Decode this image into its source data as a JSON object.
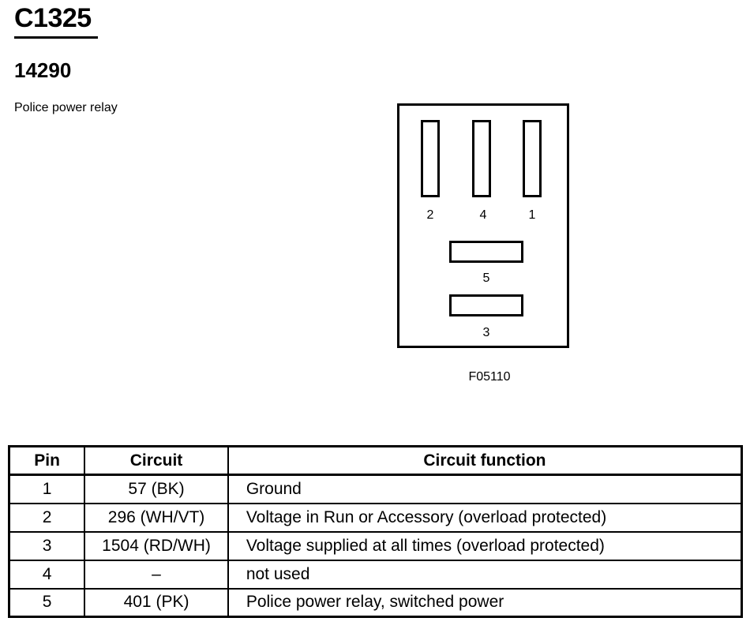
{
  "header": {
    "connector_id": "C1325",
    "part_number": "14290",
    "description": "Police power relay"
  },
  "diagram": {
    "figure_id": "F05110",
    "top_pins": [
      "2",
      "4",
      "1"
    ],
    "middle_pin": "5",
    "bottom_pin": "3"
  },
  "table": {
    "headers": [
      "Pin",
      "Circuit",
      "Circuit function"
    ],
    "rows": [
      {
        "pin": "1",
        "circuit": "57 (BK)",
        "function": "Ground"
      },
      {
        "pin": "2",
        "circuit": "296 (WH/VT)",
        "function": "Voltage in Run or Accessory (overload protected)"
      },
      {
        "pin": "3",
        "circuit": "1504 (RD/WH)",
        "function": "Voltage supplied at all times (overload protected)"
      },
      {
        "pin": "4",
        "circuit": "–",
        "function": "not used"
      },
      {
        "pin": "5",
        "circuit": "401 (PK)",
        "function": "Police power relay, switched power"
      }
    ]
  }
}
